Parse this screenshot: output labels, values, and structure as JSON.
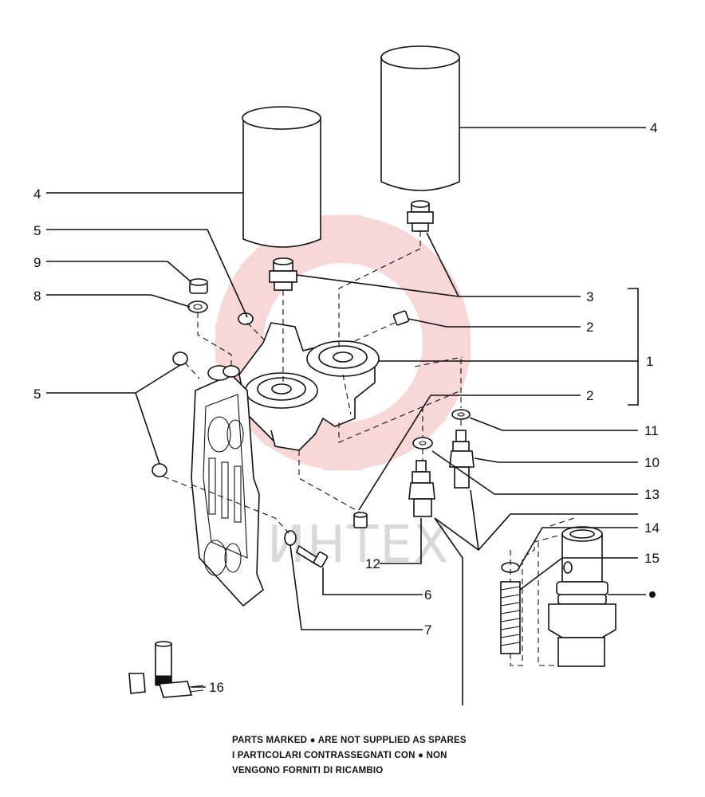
{
  "watermark": {
    "text": "ИНТЕХ",
    "gear_color": "#f2b8b8"
  },
  "callouts": {
    "l1": "1",
    "l2a": "2",
    "l2b": "2",
    "l3": "3",
    "l4a": "4",
    "l4b": "4",
    "l5a": "5",
    "l5b": "5",
    "l6": "6",
    "l7": "7",
    "l8": "8",
    "l9": "9",
    "l10": "10",
    "l11": "11",
    "l12": "12",
    "l13": "13",
    "l14": "14",
    "l15": "15",
    "l16": "16"
  },
  "note": {
    "line1": "PARTS MARKED ● ARE NOT SUPPLIED AS SPARES",
    "line2": "I PARTICOLARI CONTRASSEGNATI CON ● NON",
    "line3": "VENGONO FORNITI DI RICAMBIO"
  }
}
